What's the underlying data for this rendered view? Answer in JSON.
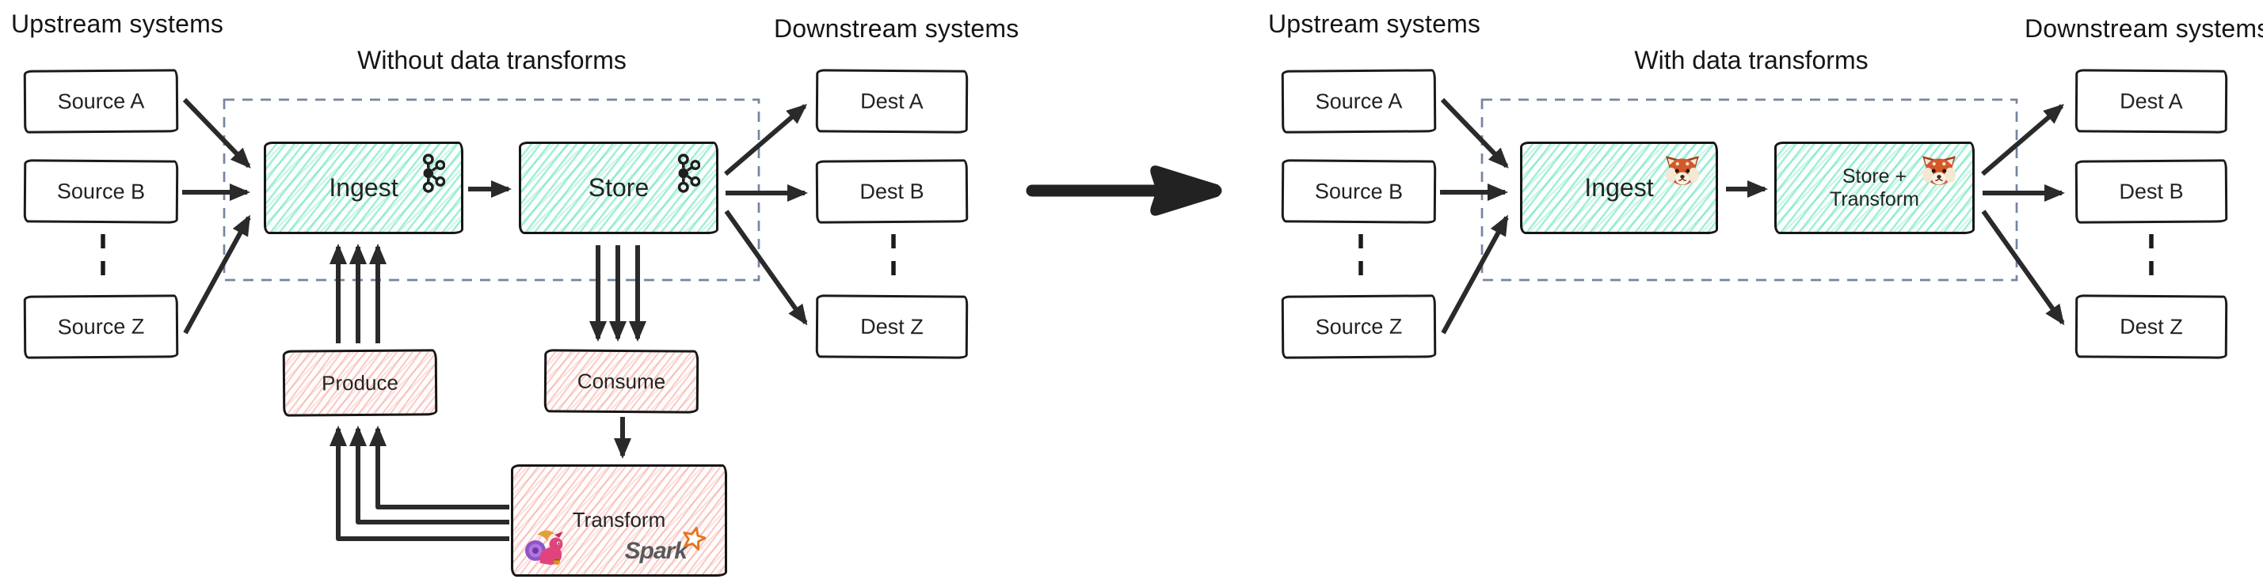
{
  "colors": {
    "ink": "#1b1b1b",
    "arrow": "#2a2a2a",
    "teal_hatch": "#56e0b5",
    "pink_hatch": "#f4968c",
    "boundary_dash": "#76859f",
    "spark_orange": "#e8731c",
    "spark_gray": "#58595b"
  },
  "left_diagram": {
    "upstream_label": "Upstream systems",
    "title": "Without data transforms",
    "downstream_label": "Downstream systems",
    "sources": [
      "Source A",
      "Source B",
      "Source Z"
    ],
    "destinations": [
      "Dest A",
      "Dest B",
      "Dest Z"
    ],
    "ingest_label": "Ingest",
    "store_label": "Store",
    "produce_label": "Produce",
    "consume_label": "Consume",
    "transform_label": "Transform",
    "spark_label": "Spark"
  },
  "right_diagram": {
    "upstream_label": "Upstream systems",
    "title": "With data transforms",
    "downstream_label": "Downstream systems",
    "sources": [
      "Source A",
      "Source B",
      "Source Z"
    ],
    "destinations": [
      "Dest A",
      "Dest B",
      "Dest Z"
    ],
    "ingest_label": "Ingest",
    "store_transform_line1": "Store +",
    "store_transform_line2": "Transform"
  }
}
